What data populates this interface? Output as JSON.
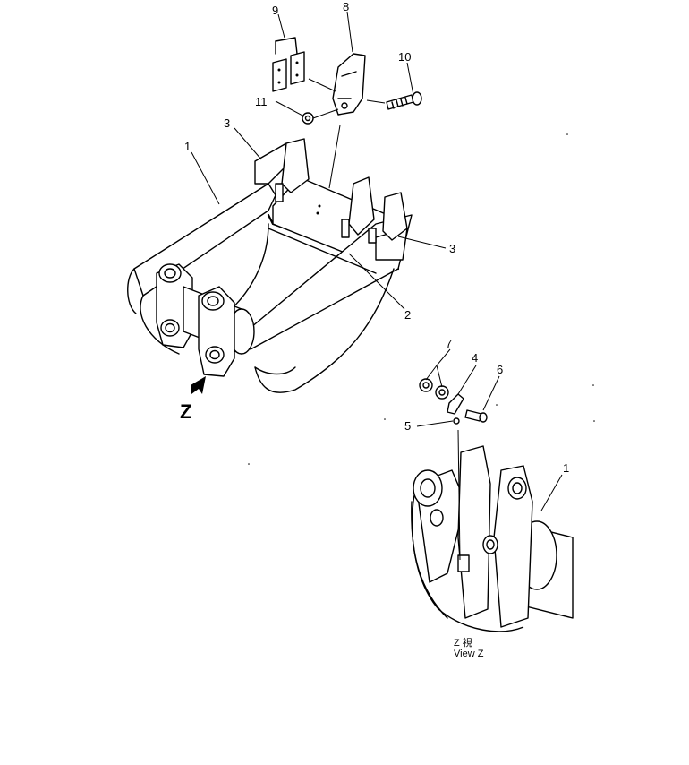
{
  "callouts": {
    "c1_main": "1",
    "c2": "2",
    "c3_left": "3",
    "c3_right": "3",
    "c4": "4",
    "c5": "5",
    "c6": "6",
    "c7": "7",
    "c8": "8",
    "c9": "9",
    "c10": "10",
    "c11": "11",
    "c1_detail": "1"
  },
  "view_marker": "Z",
  "view_caption": {
    "line1": "Z   視",
    "line2": "View Z"
  }
}
